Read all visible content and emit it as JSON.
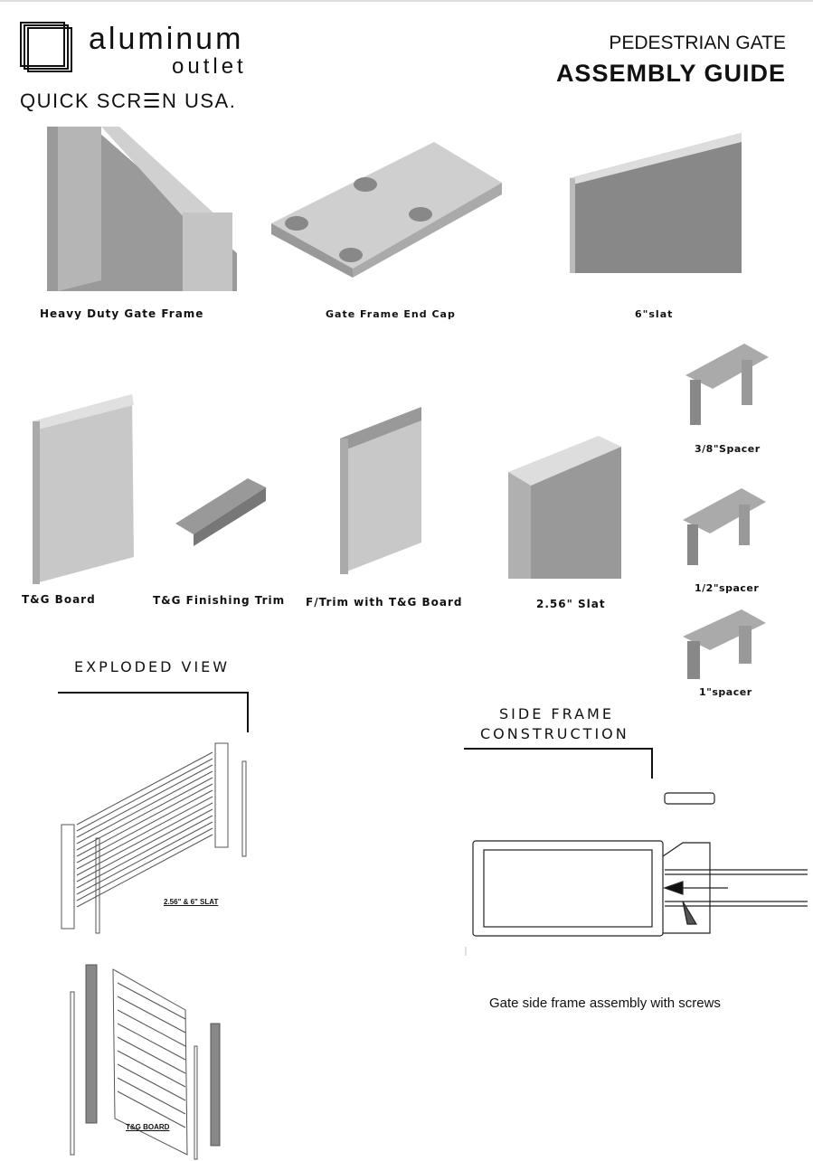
{
  "brand": {
    "line1": "aluminum",
    "line2": "outlet",
    "line3": "QUICK SCR☰N USA."
  },
  "header": {
    "subtitle": "PEDESTRIAN GATE",
    "title": "ASSEMBLY GUIDE"
  },
  "parts": [
    {
      "label": "Heavy Duty Gate Frame"
    },
    {
      "label": "Gate Frame End Cap"
    },
    {
      "label": "6\"slat"
    },
    {
      "label": "3/8\"Spacer"
    },
    {
      "label": "T&G Board"
    },
    {
      "label": "T&G Finishing Trim"
    },
    {
      "label": "F/Trim with T&G Board"
    },
    {
      "label": "2.56\" Slat"
    },
    {
      "label": "1/2\"spacer"
    },
    {
      "label": "1\"spacer"
    }
  ],
  "exploded": {
    "heading": "EXPLODED VIEW",
    "slat_caption": "2.56\" & 6\" SLAT",
    "board_caption": "T&G BOARD"
  },
  "side_frame": {
    "heading_line1": "SIDE FRAME",
    "heading_line2": "CONSTRUCTION",
    "caption": "Gate side frame assembly with screws"
  }
}
